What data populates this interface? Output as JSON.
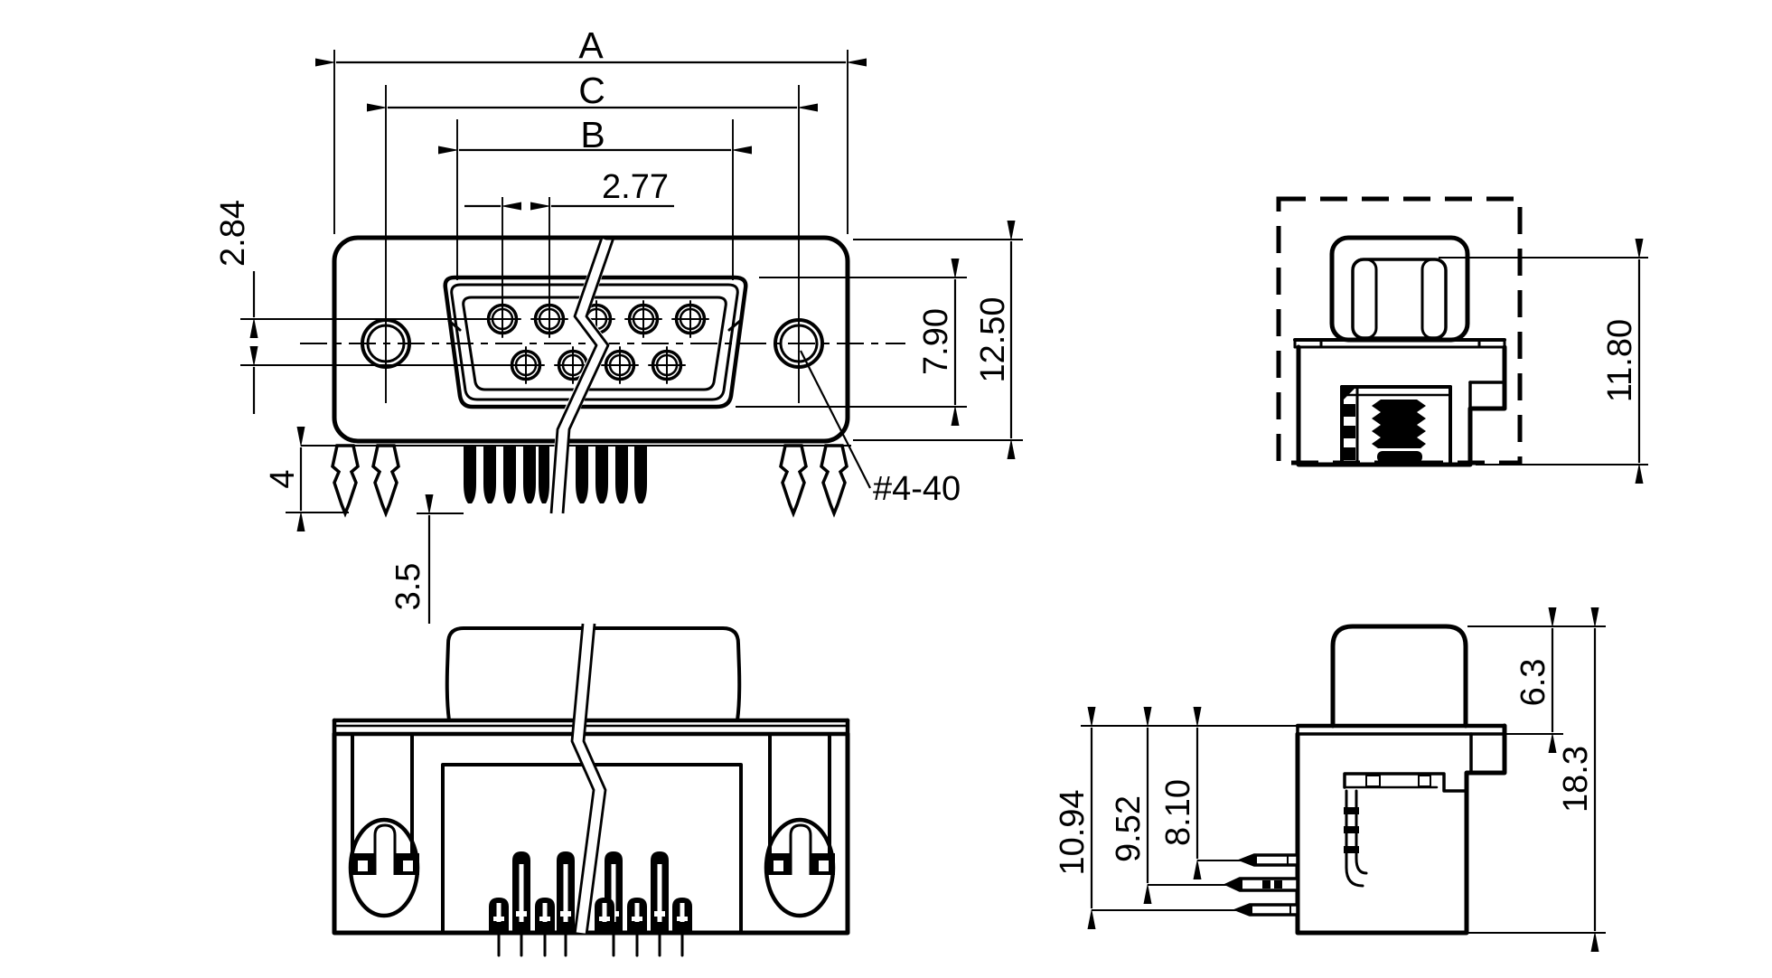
{
  "drawing": {
    "kind": "engineering drawing",
    "subject": "9-pin D-sub right-angle PCB connector",
    "background": "#ffffff",
    "line_color": "#000000"
  },
  "front_view": {
    "dim_a": "A",
    "dim_c": "C",
    "dim_b": "B",
    "contact_pitch": "2.77",
    "row_spacing": "2.84",
    "insert_height": "7.90",
    "flange_height": "12.50",
    "boardlock_length": "4",
    "tail_length": "3.5",
    "thread_callout": "#4-40"
  },
  "top_side_view": {
    "body_height": "11.80"
  },
  "bottom_side_view": {
    "row3_offset": "10.94",
    "row2_offset": "9.52",
    "row1_offset": "8.10",
    "shroud_height": "6.3",
    "overall_height": "18.3"
  }
}
